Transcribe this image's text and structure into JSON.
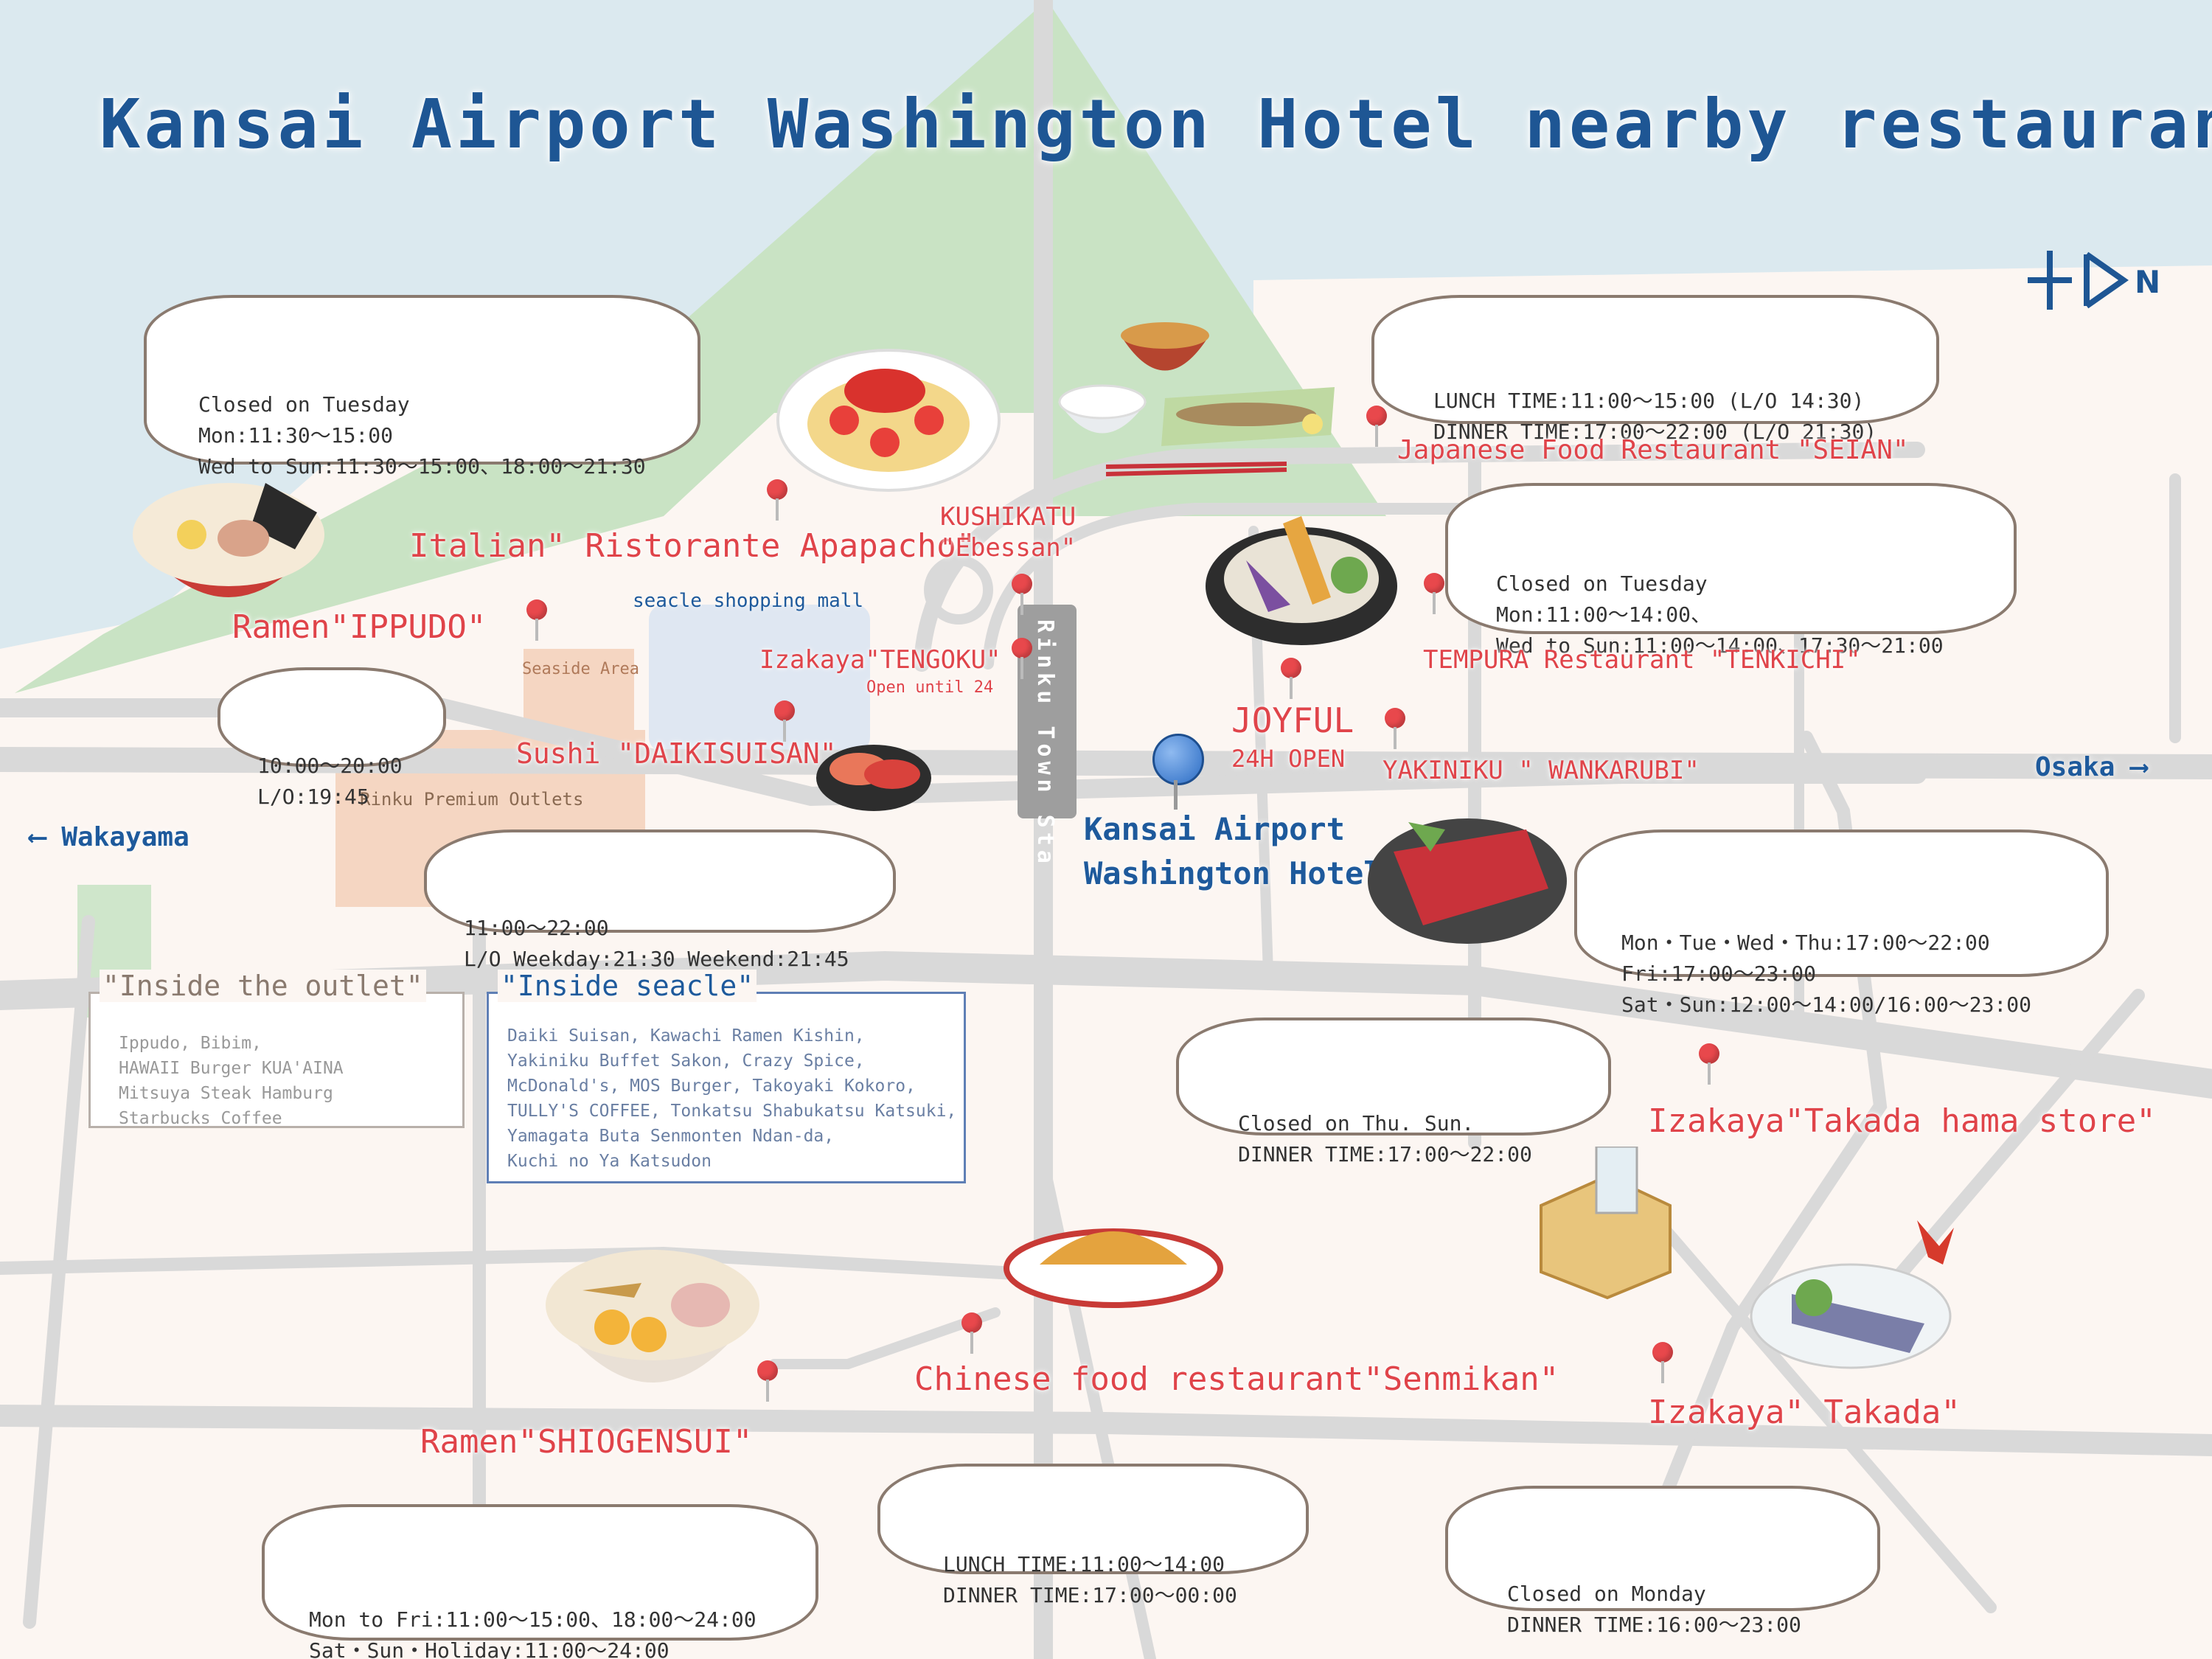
{
  "title": "Kansai Airport Washington Hotel nearby restaurant  map",
  "colors": {
    "sea": "#dbe9ef",
    "mountain": "#c9e3c4",
    "land": "#fcf6f2",
    "road": "#d9d9d9",
    "pin": "#e8484c",
    "title_blue": "#1e5694",
    "label_red": "#e0444a"
  },
  "compass": {
    "letter": "N"
  },
  "directions": {
    "left": "Wakayama",
    "right": "Osaka"
  },
  "station": {
    "name": "Rinku Town Sta"
  },
  "hotel": {
    "name_line1": "Kansai Airport",
    "name_line2": "Washington Hotel"
  },
  "areas": {
    "seacle": "seacle shopping mall",
    "seaside": "Seaside Area",
    "outlets": "Rinku Premium Outlets"
  },
  "restaurants": {
    "seian": {
      "name": "Japanese Food Restaurant \"SEIAN\"",
      "hours": [
        "LUNCH TIME:11:00～15:00 (L/O 14:30)",
        "DINNER TIME:17:00～22:00 (L/O 21:30)"
      ]
    },
    "apapacho": {
      "name": "Italian\" Ristorante Apapacho\"",
      "hours": [
        "Closed on Tuesday",
        "Mon:11:30～15:00",
        "Wed to Sun:11:30～15:00、18:00～21:30"
      ]
    },
    "kushikatu": {
      "name_line1": "KUSHIKATU",
      "name_line2": "\"Ebessan\""
    },
    "ippudo": {
      "name": "Ramen\"IPPUDO\"",
      "hours": [
        "10:00～20:00",
        "L/O:19:45"
      ]
    },
    "tengoku": {
      "name": "Izakaya\"TENGOKU\"",
      "note": "Open until 24"
    },
    "tenkichi": {
      "name": "TEMPURA Restaurant \"TENKICHI\"",
      "hours": [
        "Closed on Tuesday",
        "Mon:11:00～14:00、",
        "Wed to Sun:11:00～14:00、17:30～21:00"
      ]
    },
    "joyful": {
      "name": "JOYFUL",
      "note": "24H OPEN"
    },
    "daikisuisan": {
      "name": "Sushi \"DAIKISUISAN\"",
      "hours": [
        "11:00～22:00",
        "L/O Weekday:21:30 Weekend:21:45"
      ]
    },
    "wankarubi": {
      "name": "YAKINIKU \" WANKARUBI\"",
      "hours": [
        "Mon・Tue・Wed・Thu:17:00～22:00",
        "Fri:17:00～23:00",
        "Sat・Sun:12:00～14:00/16:00～23:00"
      ]
    },
    "takada_hama": {
      "name": "Izakaya\"Takada hama store\"",
      "hours": [
        "Closed on Thu. Sun.",
        "DINNER TIME:17:00～22:00"
      ]
    },
    "senmikan": {
      "name": "Chinese food restaurant\"Senmikan\"",
      "hours": [
        "LUNCH TIME:11:00～14:00",
        "DINNER TIME:17:00～00:00"
      ]
    },
    "shiogensui": {
      "name": "Ramen\"SHIOGENSUI\"",
      "hours": [
        "Mon to Fri:11:00～15:00、18:00～24:00",
        "Sat・Sun・Holiday:11:00～24:00"
      ]
    },
    "takada": {
      "name": "Izakaya\" Takada\"",
      "hours": [
        "Closed on Monday",
        "DINNER TIME:16:00～23:00"
      ]
    }
  },
  "outlet_box": {
    "title": "\"Inside the outlet\"",
    "items": [
      "Ippudo, Bibim,",
      "HAWAII Burger KUA'AINA",
      "Mitsuya Steak Hamburg",
      "Starbucks Coffee"
    ]
  },
  "seacle_box": {
    "title": "\"Inside seacle\"",
    "items": [
      "Daiki Suisan, Kawachi Ramen Kishin,",
      "Yakiniku Buffet Sakon, Crazy Spice,",
      "McDonald's, MOS Burger, Takoyaki Kokoro,",
      "TULLY'S COFFEE, Tonkatsu Shabukatsu Katsuki,",
      "Yamagata Buta Senmonten Ndan-da,",
      "Kuchi no Ya Katsudon"
    ]
  },
  "food_icons": [
    "pasta-plate-icon",
    "miso-soup-icon",
    "rice-bowl-icon",
    "grilled-fish-icon",
    "ramen-ippudo-icon",
    "tempura-icon",
    "sushi-icon",
    "wagyu-beef-icon",
    "masu-sake-icon",
    "sashimi-icon",
    "gyoza-icon",
    "ramen-shiogensui-icon"
  ]
}
